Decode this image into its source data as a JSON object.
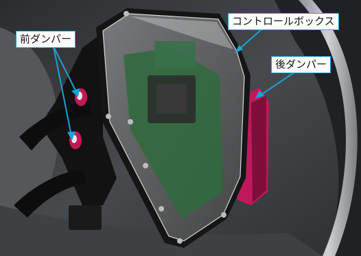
{
  "callouts": {
    "control_box": "コントロールボックス",
    "front_damper": "前ダンパー",
    "rear_damper": "後ダンパー"
  },
  "colors": {
    "leader_line": "#1aa3d8",
    "damper": "#c2185b",
    "housing_frame": "#151515",
    "background_shell": "#3a3d40",
    "pcb": "#2f6b3d"
  }
}
